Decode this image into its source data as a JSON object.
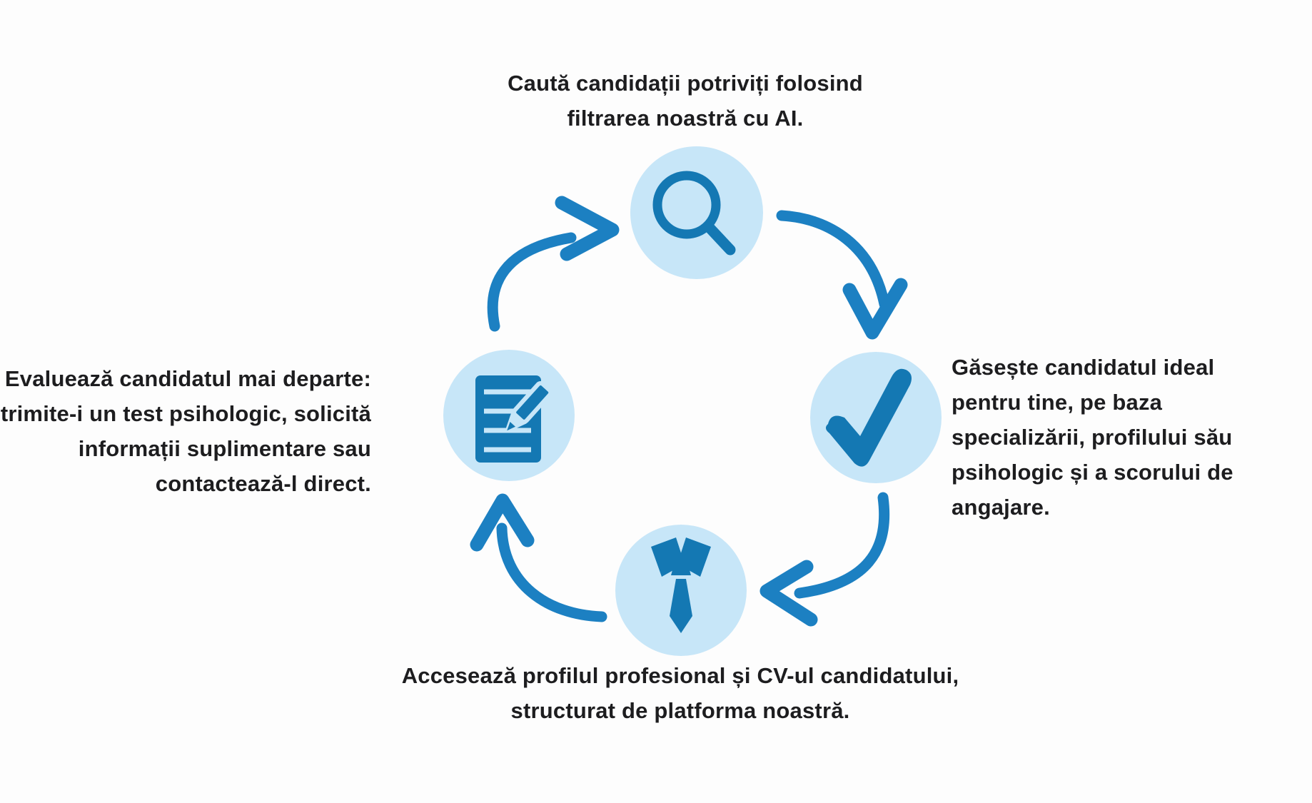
{
  "diagram": {
    "type": "circular-process-flow",
    "language": "ro",
    "steps": [
      {
        "id": "search",
        "icon": "magnifier-icon",
        "text": "Caută candidații potriviți folosind\nfiltrarea noastră cu AI.",
        "position": "top"
      },
      {
        "id": "match",
        "icon": "checkmark-icon",
        "text": "Găsește candidatul ideal\npentru tine, pe baza\nspecializării, profilului său\npsihologic și a scorului de\nangajare.",
        "position": "right"
      },
      {
        "id": "profile",
        "icon": "tie-icon",
        "text": "Accesează profilul profesional și CV-ul candidatului,\nstructurat de platforma noastră.",
        "position": "bottom"
      },
      {
        "id": "evaluate",
        "icon": "document-pencil-icon",
        "text": "Evaluează candidatul mai departe:\ntrimite-i un test psihologic, solicită\ninformații suplimentare sau\ncontactează-l direct.",
        "position": "left"
      }
    ],
    "arrows": [
      "arrow-evaluate-to-search",
      "arrow-search-to-match",
      "arrow-match-to-profile",
      "arrow-profile-to-evaluate"
    ]
  },
  "colors": {
    "background": "#fdfdfd",
    "circle_fill": "#c7e6f8",
    "icon_blue": "#1478b3",
    "arrow_blue": "#1c80c2",
    "text_color": "#1d1d1f"
  }
}
